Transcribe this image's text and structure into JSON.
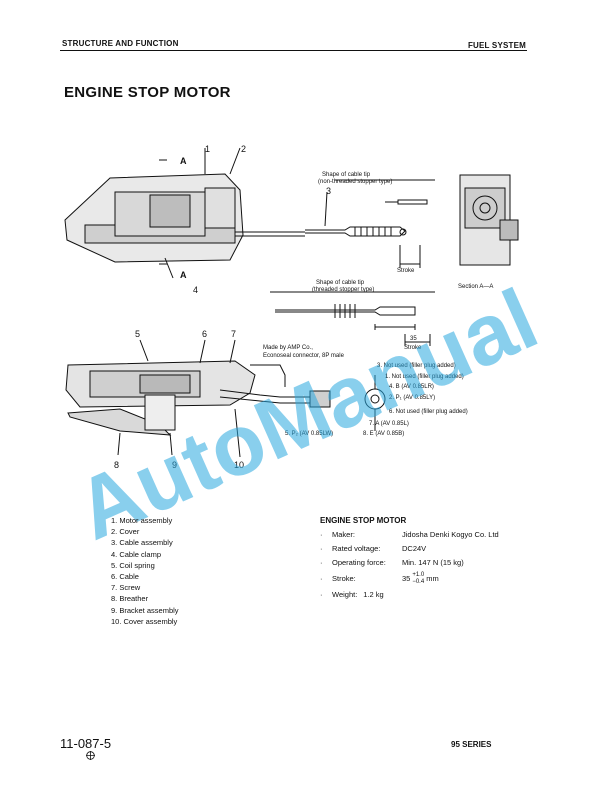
{
  "header": {
    "left": "STRUCTURE AND FUNCTION",
    "right": "FUEL SYSTEM"
  },
  "title": "ENGINE STOP MOTOR",
  "diagram_top": {
    "cable_tip_1": [
      "Shape of cable tip",
      "(non-threaded stopper type)"
    ],
    "cable_tip_2": [
      "Shape of cable tip",
      "(threaded stopper type)"
    ],
    "stroke": "Stroke",
    "stroke_value": "35",
    "section": "Section A—A",
    "marker_a": "A",
    "callouts": [
      "1",
      "2",
      "3",
      "4"
    ]
  },
  "diagram_bottom": {
    "connector": [
      "Made by AMP Co.,",
      "Econoseal connector, 8P male"
    ],
    "pins": [
      "3. Not used (filler plug added)",
      "1. Not used (filler plug added)",
      "4. B (AV 0.85LR)",
      "2. P₁ (AV 0.85LY)",
      "6. Not used (filler plug added)",
      "7. A (AV 0.85L)",
      "8. E (AV 0.85B)",
      "5. P₂ (AV 0.85LW)"
    ],
    "callouts": [
      "5",
      "6",
      "7",
      "8",
      "9",
      "10"
    ]
  },
  "parts_list": [
    "1.  Motor assembly",
    "2.  Cover",
    "3.  Cable assembly",
    "4.  Cable clamp",
    "5.  Coil spring",
    "6.  Cable",
    "7.  Screw",
    "8.  Breather",
    "9.  Bracket assembly",
    "10. Cover assembly"
  ],
  "specs": {
    "title": "ENGINE STOP MOTOR",
    "items": [
      {
        "key": "Maker:",
        "value": "Jidosha Denki Kogyo Co. Ltd"
      },
      {
        "key": "Rated voltage:",
        "value": "DC24V"
      },
      {
        "key": "Operating force:",
        "value": "Min. 147 N (15 kg)"
      },
      {
        "key": "Stroke:",
        "value": "35",
        "tol_plus": "+1.0",
        "tol_minus": "−0.4",
        "unit": "mm"
      },
      {
        "key": "Weight:",
        "value": "1.2 kg"
      }
    ]
  },
  "footer": {
    "page": "11-087-5",
    "series": "95 SERIES"
  },
  "watermark": "AutoManual"
}
